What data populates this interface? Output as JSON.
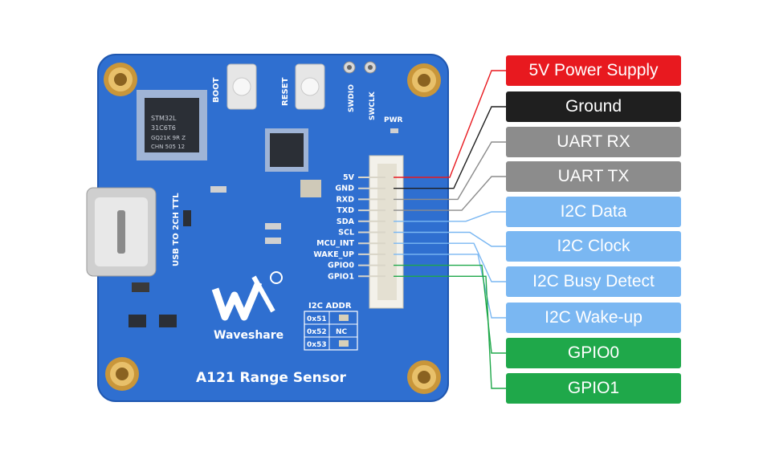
{
  "board": {
    "title": "A121 Range Sensor",
    "brand": "Waveshare",
    "buttons": [
      "BOOT",
      "RESET"
    ],
    "debug_pads": [
      "SWDIO",
      "SWCLK"
    ],
    "pwr_label": "PWR",
    "usb_label": "USB TO 2CH TTL",
    "mcu_marking": [
      "STM32L",
      "31C6T6",
      "GQ21K 9R Z",
      "CHN 505 12"
    ],
    "connector_pins": [
      "5V",
      "GND",
      "RXD",
      "TXD",
      "SDA",
      "SCL",
      "MCU_INT",
      "WAKE_UP",
      "GPIO0",
      "GPIO1"
    ],
    "i2c_addr": {
      "title": "I2C ADDR",
      "rows": [
        {
          "addr": "0x51",
          "mark": ""
        },
        {
          "addr": "0x52",
          "mark": "NC"
        },
        {
          "addr": "0x53",
          "mark": ""
        }
      ]
    }
  },
  "pinout_labels": [
    {
      "text": "5V Power Supply",
      "color": "#e8191f",
      "line": "#e8191f"
    },
    {
      "text": "Ground",
      "color": "#1f1f1f",
      "line": "#1f1f1f"
    },
    {
      "text": "UART RX",
      "color": "#8c8c8c",
      "line": "#8c8c8c"
    },
    {
      "text": "UART TX",
      "color": "#8c8c8c",
      "line": "#8c8c8c"
    },
    {
      "text": "I2C Data",
      "color": "#7ab7f2",
      "line": "#7ab7f2"
    },
    {
      "text": "I2C Clock",
      "color": "#7ab7f2",
      "line": "#7ab7f2"
    },
    {
      "text": "I2C Busy Detect",
      "color": "#7ab7f2",
      "line": "#7ab7f2"
    },
    {
      "text": "I2C Wake-up",
      "color": "#7ab7f2",
      "line": "#7ab7f2"
    },
    {
      "text": "GPIO0",
      "color": "#1fa84a",
      "line": "#1fa84a"
    },
    {
      "text": "GPIO1",
      "color": "#1fa84a",
      "line": "#1fa84a"
    }
  ],
  "colors": {
    "pcb": "#2f6fd0",
    "pcb_edge": "#1f57b0",
    "silkscreen": "#ffffff",
    "brass": "#d9a94a"
  }
}
